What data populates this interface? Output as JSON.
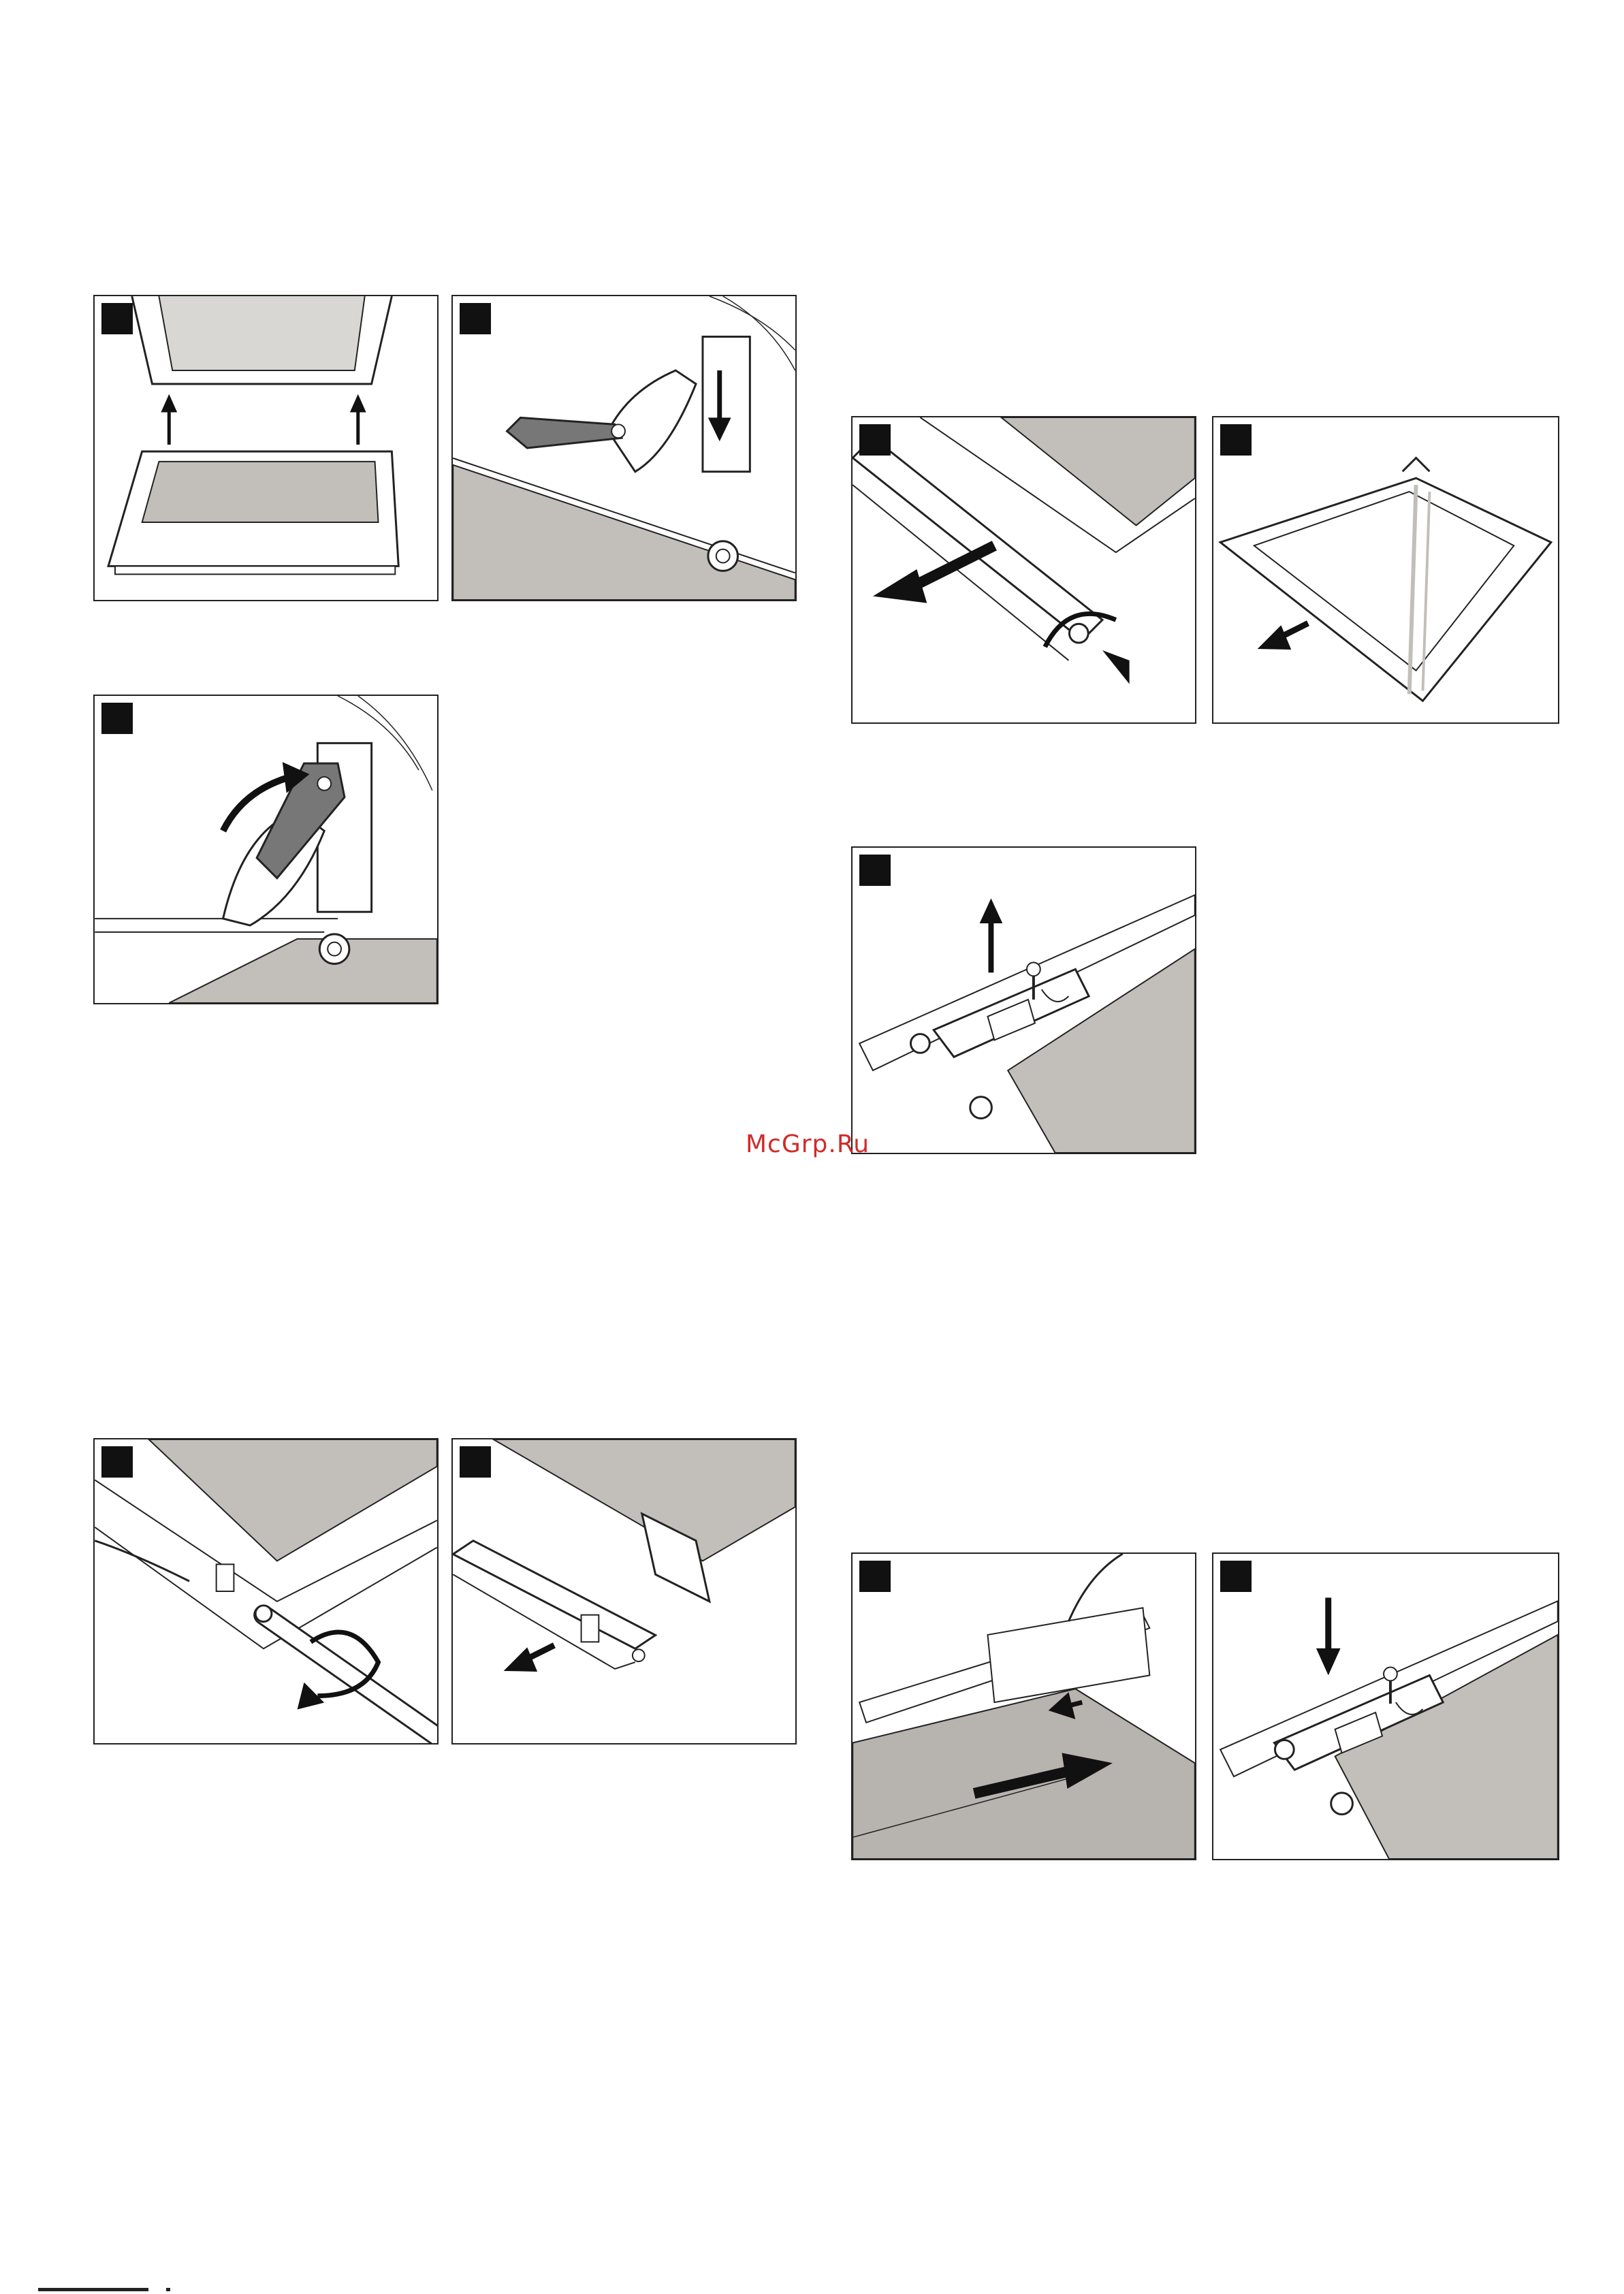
{
  "watermark": {
    "text": "McGrp.Ru"
  },
  "colors": {
    "panel_border": "#222222",
    "gray_fill": "#c2bfbb",
    "light_gray": "#d9d7d4",
    "ink": "#111111",
    "watermark": "#d22a2a"
  },
  "panels": [
    {
      "id": "door-unhook",
      "icons": [
        "oven-door-icon",
        "arrow-up-icon"
      ]
    },
    {
      "id": "hinge-lever-down",
      "icons": [
        "hinge-lever-icon",
        "arrow-down-icon"
      ]
    },
    {
      "id": "hinge-lever-rotate",
      "icons": [
        "hinge-lever-icon",
        "curved-arrow-icon"
      ]
    },
    {
      "id": "door-strip-screws",
      "icons": [
        "screwdriver-icon",
        "rotate-arrow-icon"
      ]
    },
    {
      "id": "door-strip-remove",
      "icons": [
        "door-strip-icon",
        "arrow-left-icon"
      ]
    },
    {
      "id": "cover-pull-off",
      "icons": [
        "cover-strip-icon",
        "arrow-left-icon"
      ]
    },
    {
      "id": "glass-pane-remove",
      "icons": [
        "glass-pane-icon",
        "arrow-down-left-icon"
      ]
    },
    {
      "id": "clip-unscrew",
      "icons": [
        "clip-icon",
        "screw-icon",
        "arrow-up-icon"
      ]
    },
    {
      "id": "glass-pane-insert",
      "icons": [
        "glass-pane-icon",
        "arrow-right-icon"
      ]
    },
    {
      "id": "clip-screw-in",
      "icons": [
        "clip-icon",
        "screw-icon",
        "arrow-down-icon"
      ]
    }
  ]
}
